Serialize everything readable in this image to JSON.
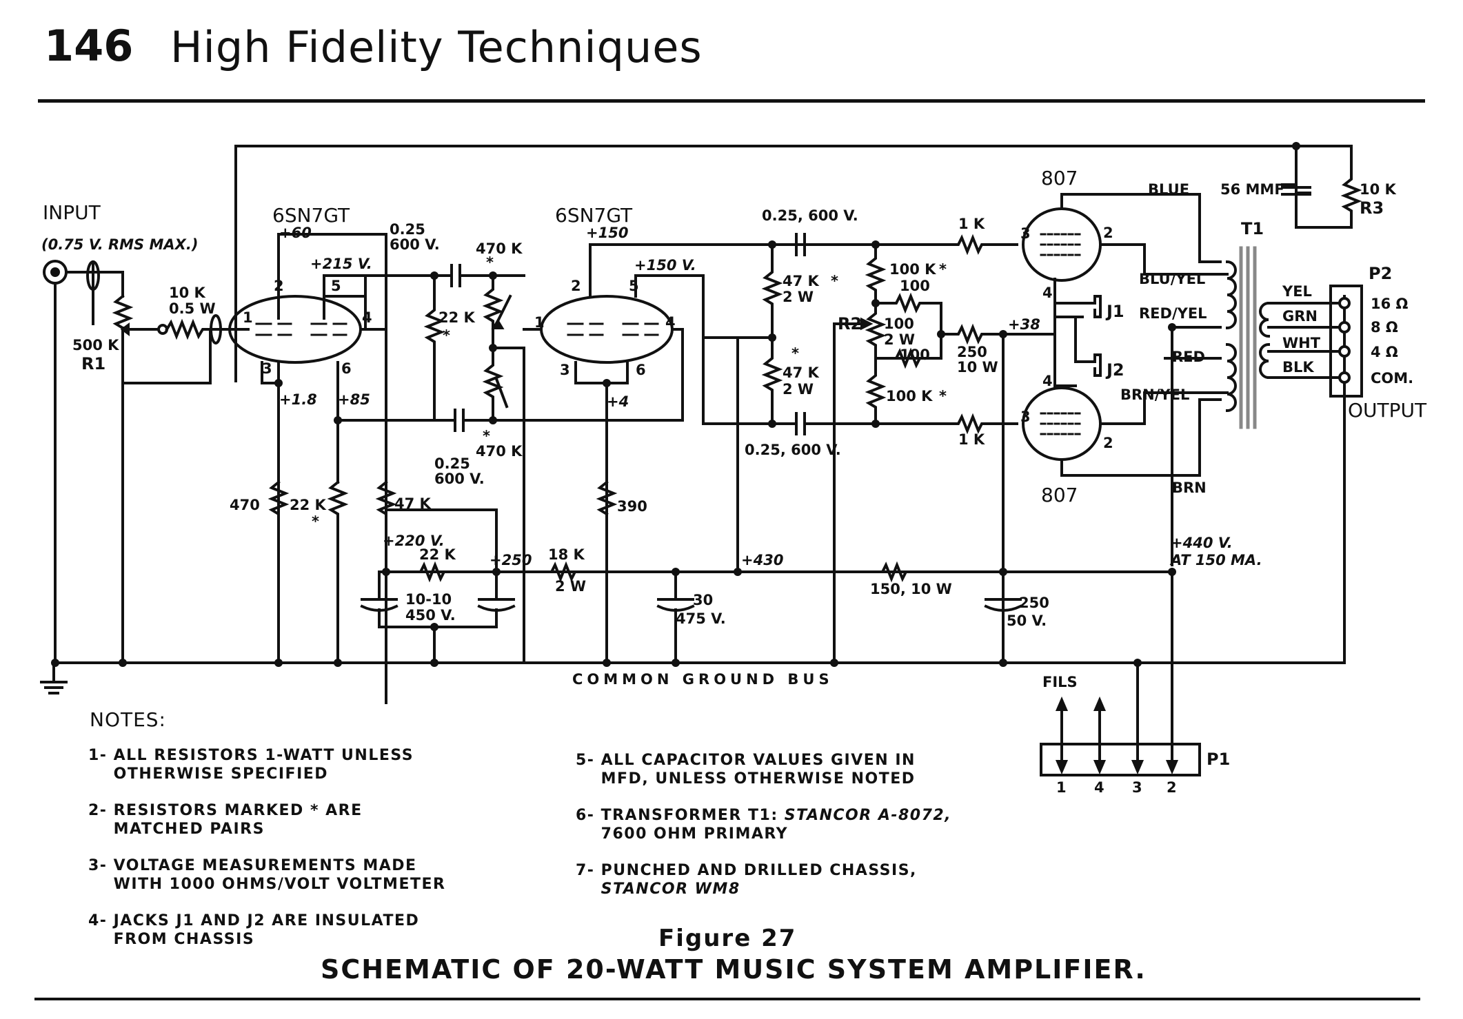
{
  "header": {
    "page_number": "146",
    "title": "High Fidelity Techniques"
  },
  "schematic": {
    "input_label": "INPUT",
    "input_note": "(0.75 V. RMS MAX.)",
    "r1_value": "500 K",
    "r1_name": "R1",
    "r_10k": "10 K",
    "r_10k_w": "0.5 W",
    "tube1_type": "6SN7GT",
    "tube1_v_plate2": "+60",
    "tube1_v_plate5": "+215 V.",
    "tube1_v_cath3": "+1.8",
    "tube1_v_cath6": "+85",
    "tube1_pins": [
      "1",
      "2",
      "3",
      "4",
      "5",
      "6"
    ],
    "cap_025_a": "0.25",
    "cap_025_a_v": "600 V.",
    "r_470k_a": "470 K",
    "r_22k_a": "22 K",
    "r_470k_b": "470 K",
    "cap_025_b": "0.25",
    "cap_025_b_v": "600 V.",
    "tube2_type": "6SN7GT",
    "tube2_v_plate2": "+150",
    "tube2_v_plate5": "+150 V.",
    "tube2_v_cath": "+4",
    "tube2_pins": [
      "1",
      "2",
      "3",
      "4",
      "5",
      "6"
    ],
    "cap_025_c": "0.25, 600 V.",
    "cap_025_d": "0.25, 600 V.",
    "r_47k_a": "47 K",
    "r_47k_a_w": "2 W",
    "r_47k_b": "47 K",
    "r_47k_b_w": "2 W",
    "r2_name": "R2",
    "r_100k_a": "100 K",
    "r_100_a": "100",
    "r_100_pot": "100",
    "r_2w": "2 W",
    "r_100_b": "100",
    "r_100k_b": "100 K",
    "r_250": "250",
    "r_250_w": "10 W",
    "v_38": "+38",
    "r_1k_a": "1 K",
    "r_1k_b": "1 K",
    "tube3_type": "807",
    "tube4_type": "807",
    "pin_4": "4",
    "pin_3": "3",
    "pin_2": "2",
    "j1": "J1",
    "j2": "J2",
    "wire_blue": "BLUE",
    "cap_56": "56 MMF",
    "r_10k_r3": "10 K",
    "r3_name": "R3",
    "t1_name": "T1",
    "wire_blu_yel": "BLU/YEL",
    "wire_red_yel": "RED/YEL",
    "wire_red": "RED",
    "wire_brn_yel": "BRN/YEL",
    "wire_brn": "BRN",
    "wire_yel": "YEL",
    "wire_grn": "GRN",
    "wire_wht": "WHT",
    "wire_blk": "BLK",
    "p2_name": "P2",
    "tap_16": "16 Ω",
    "tap_8": "8 Ω",
    "tap_4": "4 Ω",
    "tap_com": "COM.",
    "output_label": "OUTPUT",
    "r_470": "470",
    "r_22k_c": "22 K",
    "r_47k_c": "47 K",
    "v_220": "+220 V.",
    "r_22k_d": "22 K",
    "v_250": "+250",
    "cap_10_10": "10-10",
    "cap_10_10_v": "450 V.",
    "r_18k": "18 K",
    "r_18k_w": "2 W",
    "r_390": "390",
    "cap_30": "30",
    "cap_30_v": "475 V.",
    "v_430": "+430",
    "r_150": "150, 10 W",
    "cap_250": "250",
    "cap_250_v": "50 V.",
    "v_440": "+440 V.",
    "v_440_i": "AT 150 MA.",
    "ground_bus": "COMMON  GROUND  BUS",
    "fils": "FILS",
    "p1_name": "P1",
    "p1_pins": [
      "1",
      "4",
      "3",
      "2"
    ],
    "matched_mark": "*"
  },
  "notes": {
    "title": "NOTES:",
    "items": [
      "1- ALL RESISTORS 1-WATT UNLESS\n    OTHERWISE SPECIFIED",
      "2- RESISTORS MARKED * ARE\n    MATCHED PAIRS",
      "3- VOLTAGE MEASUREMENTS MADE\n    WITH 1000 OHMS/VOLT VOLTMETER",
      "4- JACKS J1 AND J2 ARE INSULATED\n    FROM CHASSIS",
      "5- ALL CAPACITOR VALUES GIVEN IN\n    MFD, UNLESS OTHERWISE NOTED",
      "6- TRANSFORMER T1: ",
      "7- PUNCHED AND DRILLED CHASSIS,\n    "
    ],
    "note6_model": "STANCOR A-8072,",
    "note6_tail": "7600 OHM PRIMARY",
    "note7_model": "STANCOR WM8"
  },
  "figure": {
    "number": "Figure 27",
    "caption": "SCHEMATIC OF 20-WATT MUSIC SYSTEM AMPLIFIER."
  }
}
